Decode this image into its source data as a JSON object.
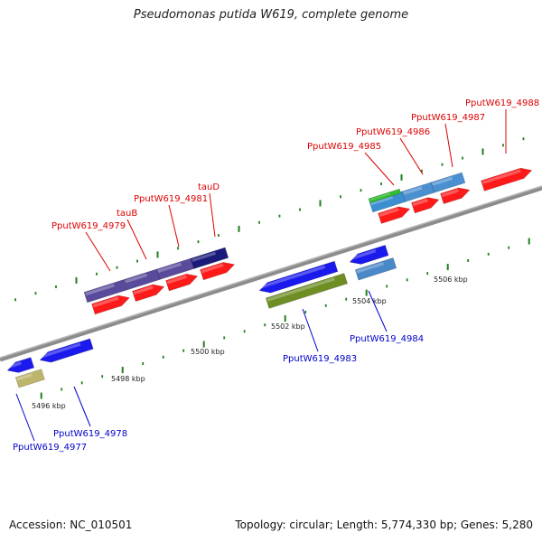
{
  "title": "Pseudomonas putida W619, complete genome",
  "footer": {
    "accession": "Accession: NC_010501",
    "summary": "Topology: circular; Length: 5,774,330 bp; Genes: 5,280"
  },
  "colors": {
    "top_label": "#dd0000",
    "bottom_label": "#0000cc",
    "backbone": "#8c8c8c",
    "tick": "#1f7f1f"
  },
  "kbp_labels": [
    "5496 kbp",
    "5498 kbp",
    "5500 kbp",
    "5502 kbp",
    "5504 kbp",
    "5506 kbp"
  ],
  "top_genes": [
    "PputW619_4979",
    "tauB",
    "PputW619_4981",
    "tauD",
    "PputW619_4985",
    "PputW619_4986",
    "PputW619_4987",
    "PputW619_4988"
  ],
  "bottom_genes": [
    "PputW619_4977",
    "PputW619_4978",
    "PputW619_4983",
    "PputW619_4984"
  ]
}
